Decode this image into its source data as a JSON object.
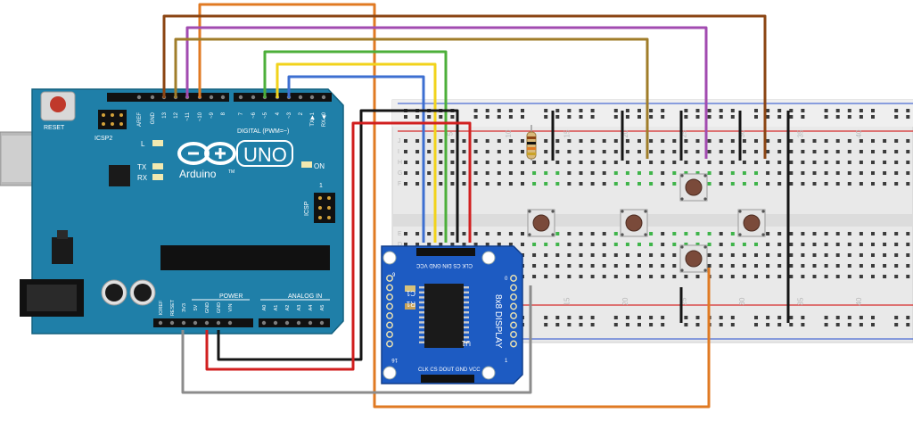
{
  "arduino": {
    "reset_label": "RESET",
    "icsp2_label": "ICSP2",
    "brand": "Arduino",
    "model": "UNO",
    "tm": "TM",
    "led_l": "L",
    "led_tx": "TX",
    "led_rx": "RX",
    "on_label": "ON",
    "digital_label": "DIGITAL (PWM=~)",
    "txrx_label": "TX▶1 RX◀0",
    "icsp_label": "ICSP",
    "icsp_one": "1",
    "power_label": "POWER",
    "analog_label": "ANALOG IN",
    "top_pins": [
      "AREF",
      "GND",
      "13",
      "12",
      "~11",
      "~10",
      "~9",
      "8",
      "7",
      "~6",
      "~5",
      "4",
      "~3",
      "2",
      "TX▶1",
      "RX◀0"
    ],
    "bottom_pins": [
      "IOREF",
      "RESET",
      "3V3",
      "5V",
      "GND",
      "GND",
      "VIN",
      "A0",
      "A1",
      "A2",
      "A3",
      "A4",
      "A5"
    ]
  },
  "display_module": {
    "title": "8x8 DISPLAY",
    "chip": "U1",
    "resistor": "R1",
    "cap": "C1",
    "top_pins": "CLK CS DIN GND VCC",
    "bottom_pins": "CLK CS DOUT GND VCC",
    "pin_1": "1",
    "pin_16": "16",
    "pin_9": "9",
    "pin_0": "0"
  },
  "breadboard": {
    "column_numbers": [
      "5",
      "10",
      "15",
      "20",
      "25",
      "30",
      "35",
      "40"
    ],
    "row_letters_top": [
      "J",
      "I",
      "H",
      "G",
      "F"
    ],
    "row_letters_bottom": [
      "E",
      "D",
      "C",
      "B",
      "A"
    ]
  },
  "wire_colors": {
    "brown": "#8b4513",
    "olive": "#a07d2a",
    "purple": "#a24bb0",
    "orange": "#e07a23",
    "green": "#4caf3a",
    "yellow": "#f2d31b",
    "blue": "#3d6fd1",
    "black": "#151515",
    "red": "#d11f1f",
    "grey": "#8c8c8c"
  }
}
